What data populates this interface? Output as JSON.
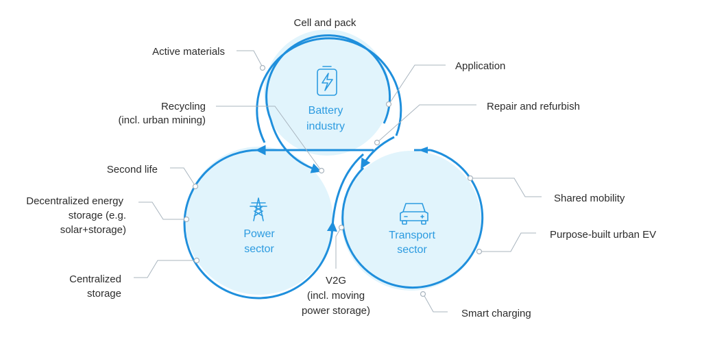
{
  "colors": {
    "ring": "#1f8fdc",
    "fill": "#e1f4fc",
    "hub_text": "#2c9be0",
    "label_text": "#2b2b2b",
    "leader": "#a8b4be"
  },
  "hubs": {
    "battery": {
      "line1": "Battery",
      "line2": "industry",
      "icon": "battery-icon"
    },
    "power": {
      "line1": "Power",
      "line2": "sector",
      "icon": "transmission-tower-icon"
    },
    "transport": {
      "line1": "Transport",
      "line2": "sector",
      "icon": "car-icon"
    }
  },
  "labels": {
    "cell_pack": "Cell and pack",
    "active_materials": "Active materials",
    "application": "Application",
    "recycling": {
      "line1": "Recycling",
      "line2": "(incl. urban mining)"
    },
    "repair": "Repair and refurbish",
    "second_life": "Second life",
    "decentralized": {
      "line1": "Decentralized energy",
      "line2": "storage (e.g.",
      "line3": "solar+storage)"
    },
    "centralized": {
      "line1": "Centralized",
      "line2": "storage"
    },
    "v2g": {
      "line1": "V2G",
      "line2": "(incl. moving",
      "line3": "power storage)"
    },
    "shared_mobility": "Shared mobility",
    "purpose_built": "Purpose-built urban EV",
    "smart_charging": "Smart charging"
  }
}
